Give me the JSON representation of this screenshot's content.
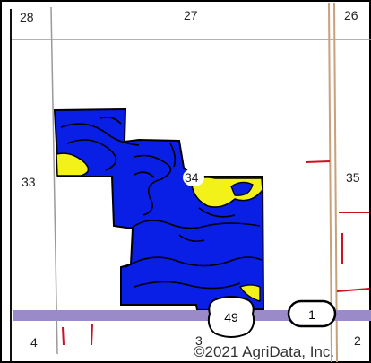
{
  "section_labels": {
    "s28": "28",
    "s27": "27",
    "s26": "26",
    "s33": "33",
    "s34": "34",
    "s35": "35",
    "s4": "4",
    "s3": "3",
    "s2": "2"
  },
  "highways": {
    "us_route": "49",
    "state_route": "1"
  },
  "copyright": "©2021 AgriData, Inc.",
  "colors": {
    "field_blue": "#0a1fe6",
    "soil_yellow": "#f2f21a",
    "highway": "#9a8ac8",
    "road_brown": "#c8a07a",
    "line_red": "#cc1122",
    "grid": "#9a9a9a"
  }
}
